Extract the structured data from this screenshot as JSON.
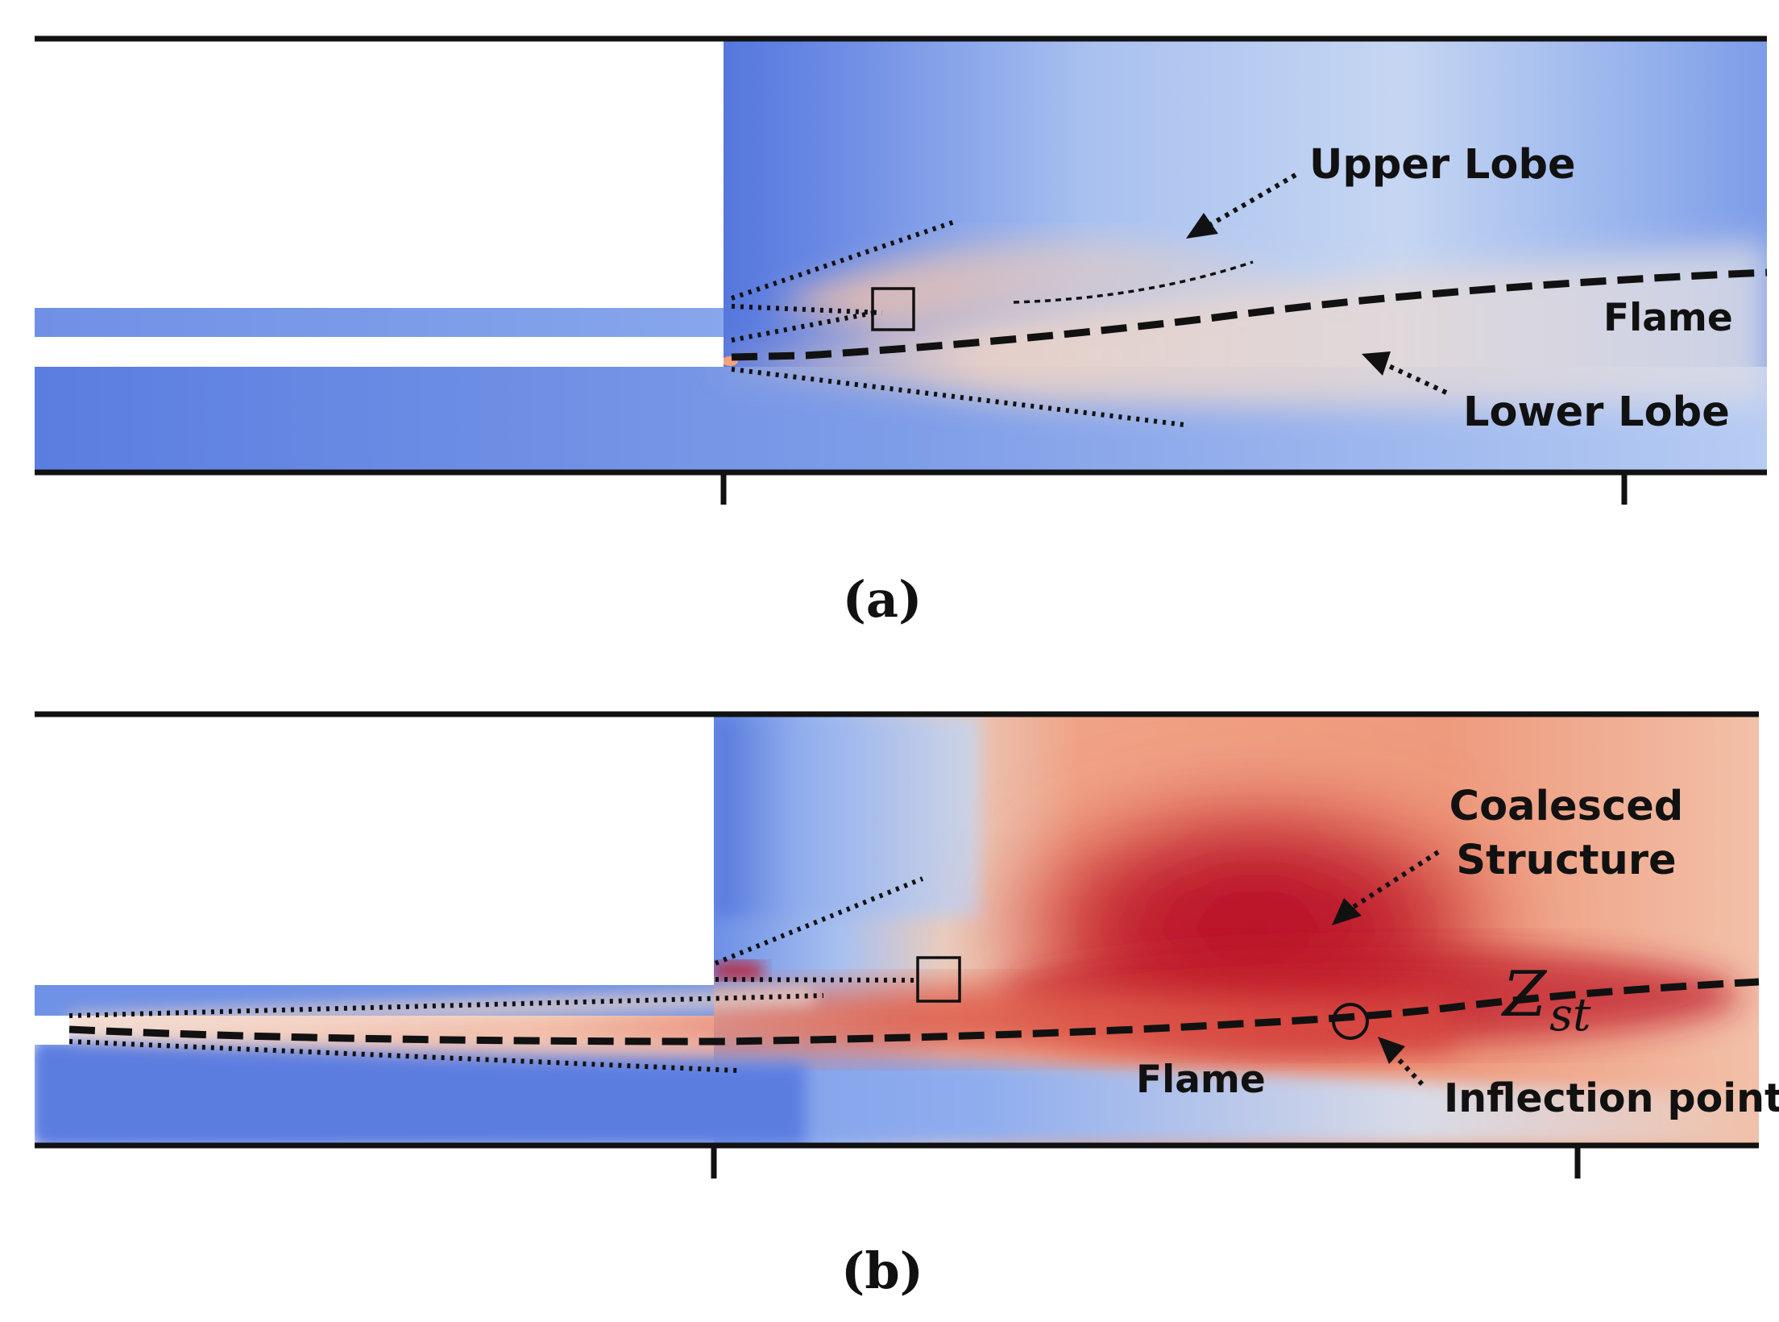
{
  "panel_a": {
    "caption": "(a)",
    "labels": {
      "upper_lobe": "Upper Lobe",
      "flame": "Flame",
      "lower_lobe": "Lower Lobe"
    }
  },
  "panel_b": {
    "caption": "(b)",
    "labels": {
      "coalesced_line1": "Coalesced",
      "coalesced_line2": "Structure",
      "flame": "Flame",
      "inflection": "Inflection point",
      "zst_main": "Z",
      "zst_sub": "st"
    }
  },
  "colors": {
    "cold_blue": "#5a7fe0",
    "light_blue": "#b8cdf2",
    "neutral": "#ead9d0",
    "warm": "#f2a98d",
    "hot_red": "#b40426",
    "line": "#111111"
  }
}
